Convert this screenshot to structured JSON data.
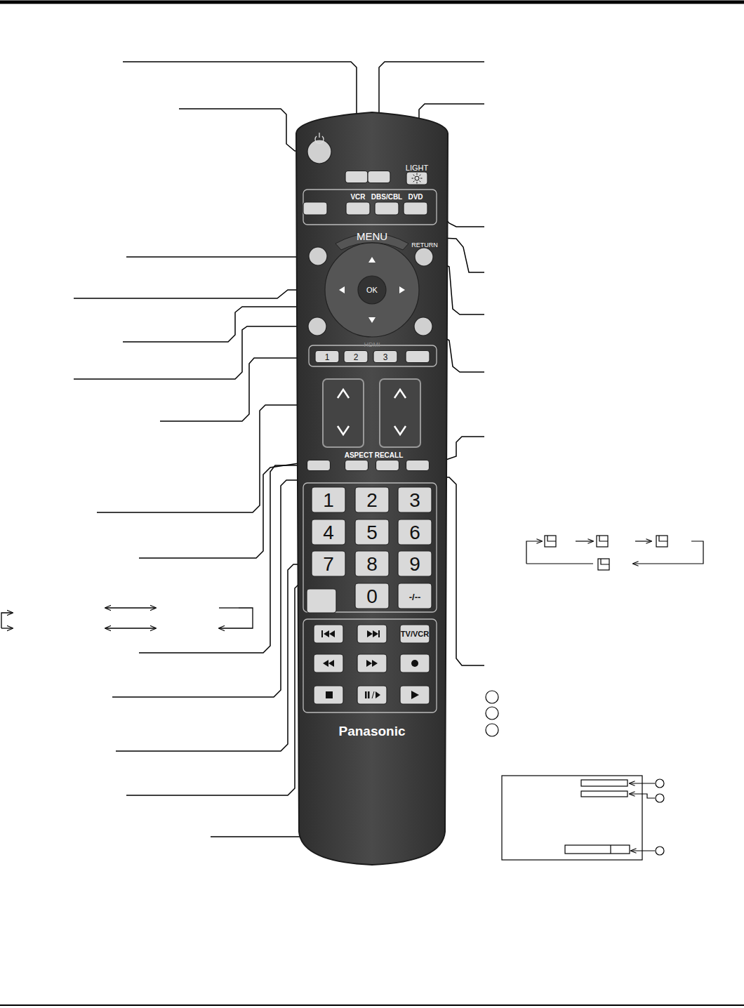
{
  "diagram": {
    "labels": [
      "LIGHT",
      "VCR",
      "DBS/CBL",
      "DVD",
      "MENU",
      "RETURN",
      "OK",
      "HDMI",
      "1",
      "2",
      "3",
      "ASPECT",
      "RECALL",
      "1",
      "2",
      "3",
      "4",
      "5",
      "6",
      "7",
      "8",
      "9",
      "0",
      "-/--",
      "TV/VCR",
      "Panasonic"
    ]
  }
}
